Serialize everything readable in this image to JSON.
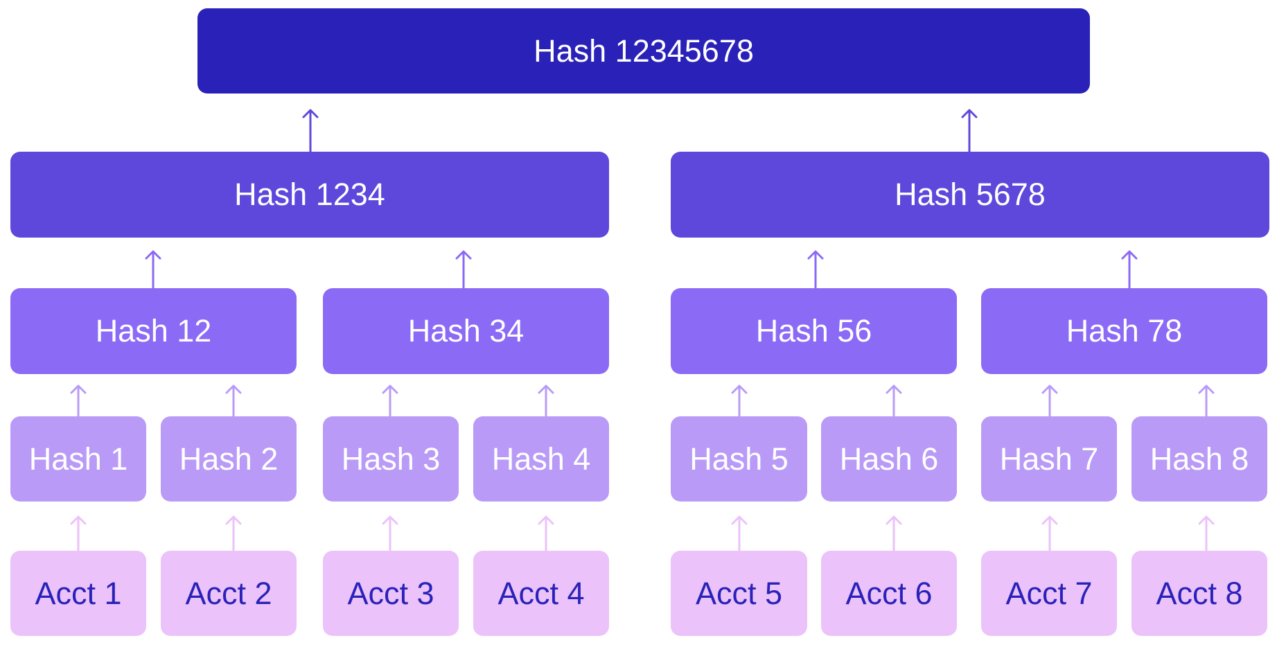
{
  "colors": {
    "root": "#2a22b8",
    "level2": "#5e48dc",
    "level3": "#8b6af5",
    "level4": "#b99bf7",
    "leaf": "#ebc2fa",
    "light_text": "#ffffff",
    "leaf_text": "#2a22b8"
  },
  "nodes": {
    "root": "Hash 12345678",
    "h1234": "Hash 1234",
    "h5678": "Hash 5678",
    "h12": "Hash 12",
    "h34": "Hash 34",
    "h56": "Hash 56",
    "h78": "Hash 78",
    "h1": "Hash 1",
    "h2": "Hash 2",
    "h3": "Hash 3",
    "h4": "Hash 4",
    "h5": "Hash 5",
    "h6": "Hash 6",
    "h7": "Hash 7",
    "h8": "Hash 8",
    "a1": "Acct 1",
    "a2": "Acct 2",
    "a3": "Acct 3",
    "a4": "Acct 4",
    "a5": "Acct 5",
    "a6": "Acct 6",
    "a7": "Acct 7",
    "a8": "Acct 8"
  }
}
